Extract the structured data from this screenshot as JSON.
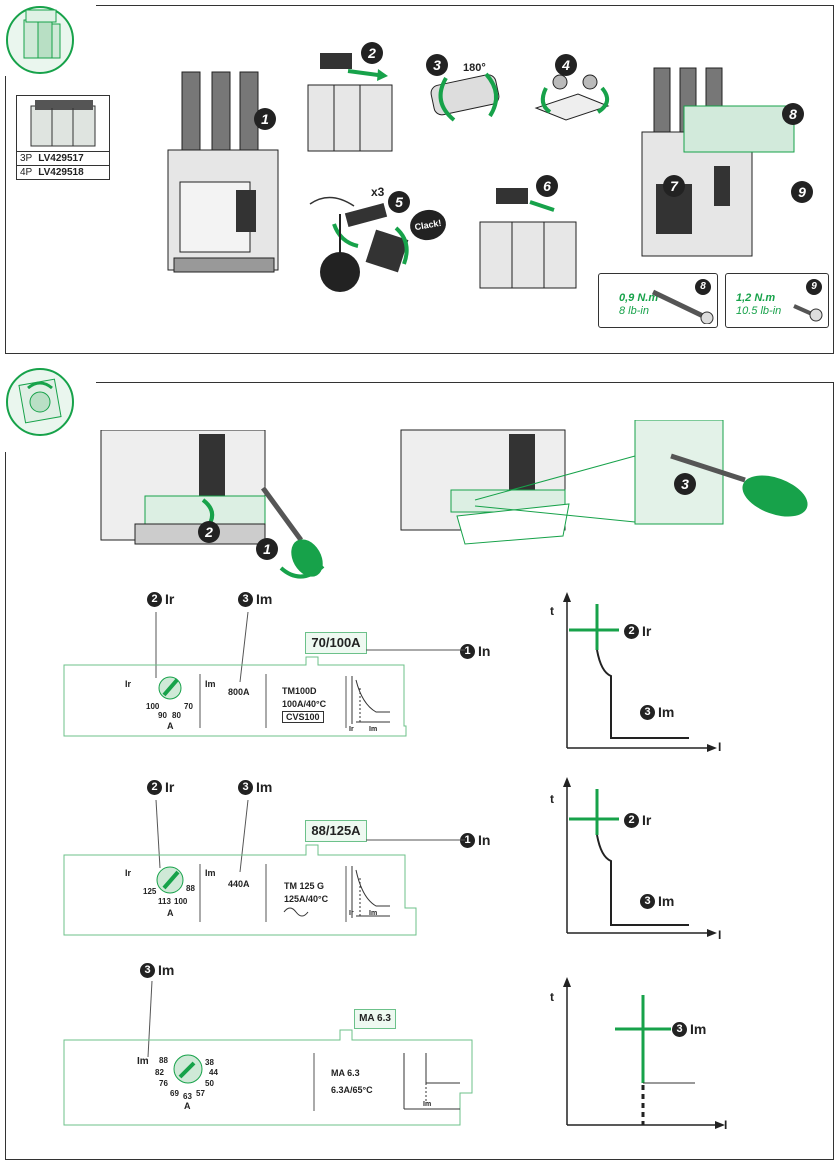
{
  "section1": {
    "product_table": [
      {
        "poles": "3P",
        "ref": "LV429517"
      },
      {
        "poles": "4P",
        "ref": "LV429518"
      }
    ],
    "steps": [
      "1",
      "2",
      "3",
      "4",
      "5",
      "6",
      "7",
      "8",
      "9"
    ],
    "rotation_label": "180°",
    "repeat_label": "x3",
    "click_label": "Clack!",
    "torque_8": {
      "step": "8",
      "nm": "0,9 N.m",
      "lbin": "8 lb-in"
    },
    "torque_9": {
      "step": "9",
      "nm": "1,2 N.m",
      "lbin": "10.5 lb-in"
    }
  },
  "section2": {
    "steps": [
      "1",
      "2",
      "3"
    ],
    "setting1": {
      "rating": "70/100A",
      "in_label": "In",
      "ir_label": "Ir",
      "im_label": "Im",
      "ir_title": "Ir",
      "dial_marks": [
        "100",
        "90",
        "80",
        "70"
      ],
      "dial_unit": "A",
      "im_title": "Im",
      "im_value": "800A",
      "unit_model": "TM100D",
      "unit_rating": "100A/40°C",
      "unit_frame": "CVS100",
      "curve_ir": "Ir",
      "curve_im": "Im"
    },
    "setting2": {
      "rating": "88/125A",
      "in_label": "In",
      "ir_label": "Ir",
      "im_label": "Im",
      "ir_title": "Ir",
      "dial_marks": [
        "125",
        "88",
        "113",
        "100"
      ],
      "dial_unit": "A",
      "im_title": "Im",
      "im_value": "440A",
      "unit_model": "TM 125 G",
      "unit_rating": "125A/40°C",
      "curve_ir": "Ir",
      "curve_im": "Im"
    },
    "setting3": {
      "rating": "MA 6.3",
      "im_label": "Im",
      "im_title": "Im",
      "dial_marks": [
        "88",
        "38",
        "82",
        "44",
        "76",
        "50",
        "69",
        "63",
        "57"
      ],
      "dial_unit": "A",
      "unit_model": "MA 6.3",
      "unit_rating": "6.3A/65°C",
      "curve_im": "Im"
    },
    "graph_axes": {
      "y": "t",
      "x": "I"
    },
    "graph1": {
      "ir": "Ir",
      "im": "Im"
    },
    "graph2": {
      "ir": "Ir",
      "im": "Im"
    },
    "graph3": {
      "im": "Im"
    }
  }
}
